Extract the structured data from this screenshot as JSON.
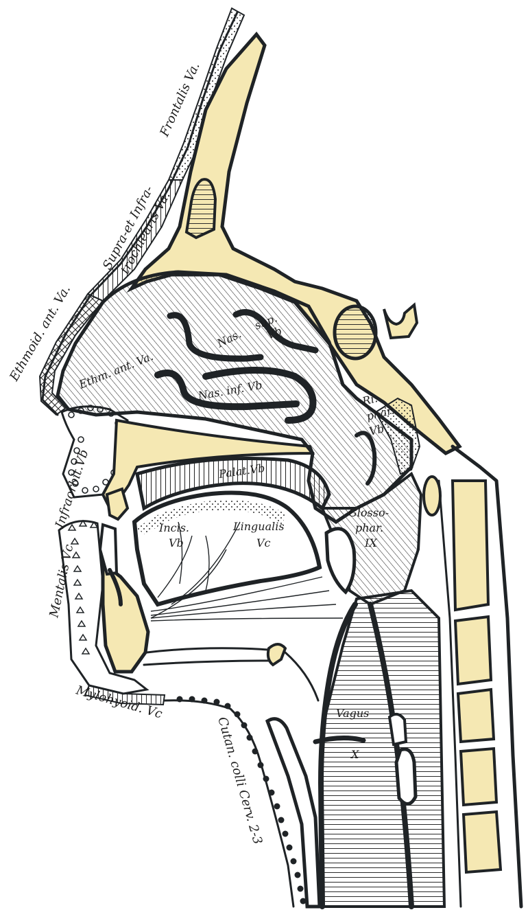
{
  "colors": {
    "bone": "#f5e8b3",
    "ink": "#1f2326",
    "paper": "#ffffff"
  },
  "labels": {
    "frontalis": "Frontalis Va.",
    "supra_infra_line1": "Supra-et Infra-",
    "supra_infra_line2": "trochlearis Va.",
    "ethmoid_ant_skin": "Ethmoid. ant. Va.",
    "ethm_ant_nasal": "Ethm. ant. Va.",
    "nas": "Nas.",
    "sup": "sup.",
    "sup_vb": "Vb",
    "nas_inf": "Nas. inf. Vb",
    "ri": "Ri.",
    "phar": "phar.",
    "phar_vb": "Vb",
    "infraorbit": "Infraorbit.Vb",
    "palat": "Palat.Vb",
    "incis": "Incis.",
    "incis_vb": "Vb",
    "lingualis": "Lingualis",
    "lingualis_vc": "Vc",
    "glosso": "Glosso-",
    "glosso_phar": "phar.",
    "glosso_ix": "IX",
    "mentalis": "Mentalis Vc",
    "mylohyoid": "Mylohyoid. Vc",
    "cutan": "Cutan. colli Cerv. 2-3",
    "vagus": "Vagus",
    "vagus_x": "X"
  }
}
